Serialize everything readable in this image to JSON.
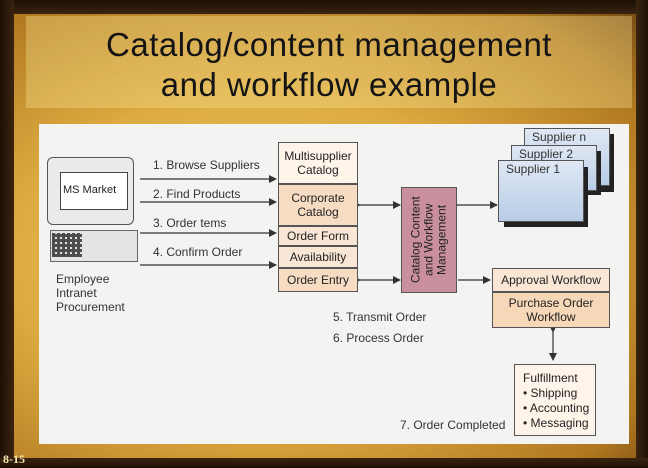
{
  "title": {
    "line1": "Catalog/content management",
    "line2": "and workflow example"
  },
  "slide_number": "8-15",
  "pc": {
    "screen_label": "MS Market",
    "caption": "Employee\nIntranet\nProcurement"
  },
  "steps": {
    "s1": "1. Browse Suppliers",
    "s2": "2. Find Products",
    "s3": "3. Order  tems",
    "s4": "4. Confirm Order",
    "s5": "5. Transmit Order",
    "s6": "6. Process Order",
    "s7": "7. Order Completed"
  },
  "catalog_stack": {
    "multisupplier": "Multisupplier\nCatalog",
    "corporate": "Corporate\nCatalog",
    "order_form": "Order Form",
    "availability": "Availability",
    "order_entry": "Order Entry"
  },
  "catalog_content": "Catalog Content\nand Workflow\nManagement",
  "suppliers": {
    "n": "Supplier n",
    "s2": "Supplier 2",
    "s1": "Supplier 1"
  },
  "approval_workflow": "Approval Workflow",
  "purchase_order_workflow": "Purchase Order\nWorkflow",
  "fulfillment": "Fulfillment\n• Shipping\n• Accounting\n• Messaging"
}
